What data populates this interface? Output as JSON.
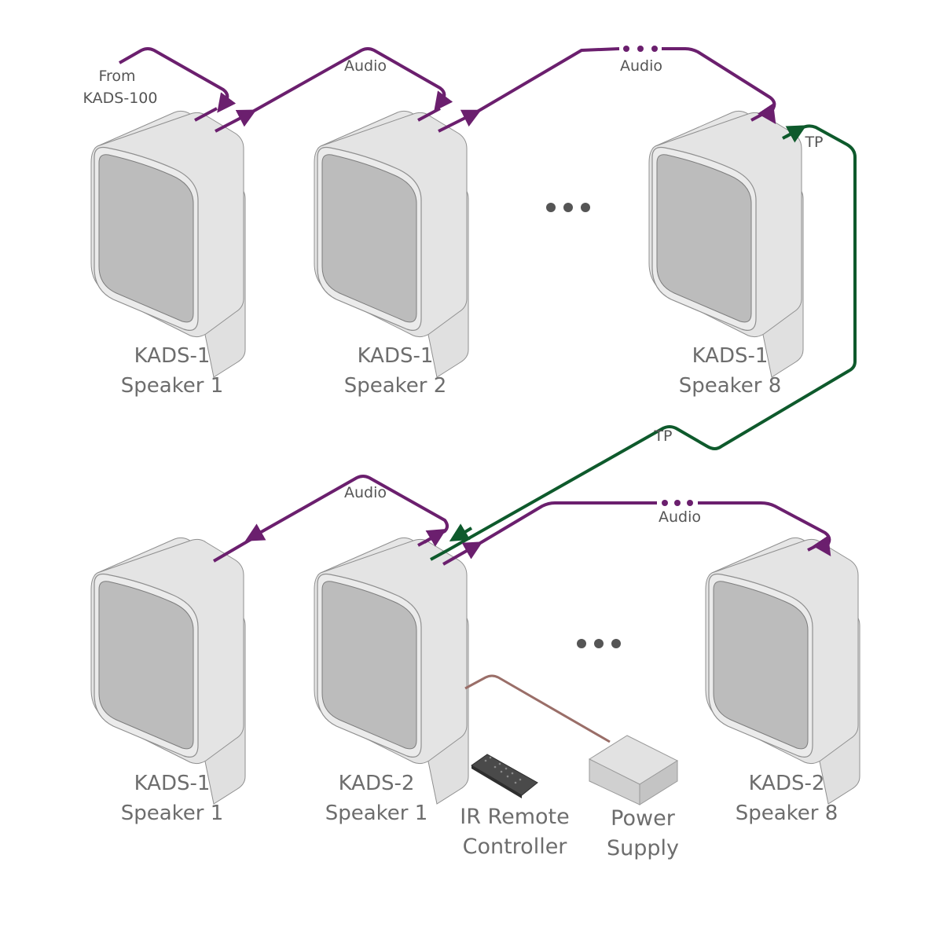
{
  "colors": {
    "audio": "#6b1f6e",
    "tp": "#0e5a2c",
    "power": "#9a6e68",
    "speaker_body": "#e6e6e6",
    "speaker_grille": "#bcbcbc",
    "speaker_outline": "#8f8f8f",
    "label": "#6d6d6d",
    "ellipsis": "#555555"
  },
  "labels": {
    "from_line1": "From",
    "from_line2": "KADS-100",
    "audio_top_1": "Audio",
    "audio_top_2": "Audio",
    "tp_top": "TP",
    "tp_middle": "TP",
    "audio_bottom_1": "Audio",
    "audio_bottom_2": "Audio"
  },
  "speakers": [
    {
      "id": "top-1",
      "model": "KADS-1",
      "name": "Speaker 1"
    },
    {
      "id": "top-2",
      "model": "KADS-1",
      "name": "Speaker 2"
    },
    {
      "id": "top-8",
      "model": "KADS-1",
      "name": "Speaker 8"
    },
    {
      "id": "bottom-left",
      "model": "KADS-1",
      "name": "Speaker 1"
    },
    {
      "id": "bottom-mid",
      "model": "KADS-2",
      "name": "Speaker 1"
    },
    {
      "id": "bottom-8",
      "model": "KADS-2",
      "name": "Speaker 8"
    }
  ],
  "devices": {
    "remote": {
      "line1": "IR Remote",
      "line2": "Controller"
    },
    "power": {
      "line1": "Power",
      "line2": "Supply"
    }
  },
  "icons": {
    "ellipsis_top": "ellipsis-icon",
    "ellipsis_bottom": "ellipsis-icon"
  }
}
